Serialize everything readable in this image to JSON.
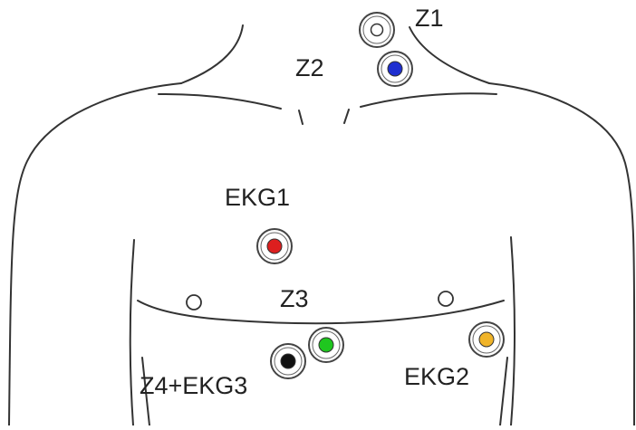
{
  "labels": {
    "z1": "Z1",
    "z2": "Z2",
    "ekg1": "EKG1",
    "z3": "Z3",
    "z4_ekg3": "Z4+EKG3",
    "ekg2": "EKG2"
  },
  "electrodes": {
    "z1": {
      "fill": "#ffffff"
    },
    "z2": {
      "fill": "#1f2fd0"
    },
    "ekg1": {
      "fill": "#dd1f1f"
    },
    "z3": {
      "fill": "#1fc61f"
    },
    "z4": {
      "fill": "#101010"
    },
    "ekg2": {
      "fill": "#f0b429"
    }
  },
  "colors": {
    "outline": "#333333",
    "ring": "#444444"
  }
}
